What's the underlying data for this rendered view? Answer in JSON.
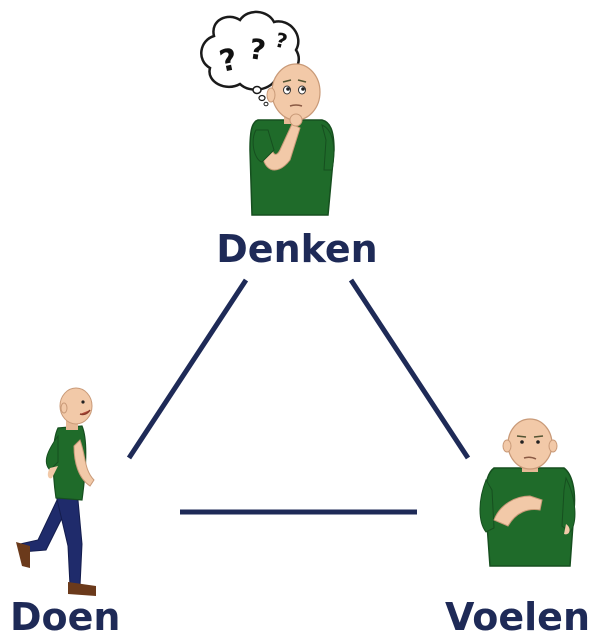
{
  "labels": {
    "top": "Denken",
    "left": "Doen",
    "right": "Voelen"
  },
  "thought_bubble": {
    "marks": [
      "?",
      "?",
      "?"
    ]
  },
  "colors": {
    "navy": "#1e2a57",
    "shirt": "#1f6b2a",
    "skin": "#f2c9a8",
    "pants": "#1f2b6b",
    "shoe": "#6b3a1b"
  }
}
